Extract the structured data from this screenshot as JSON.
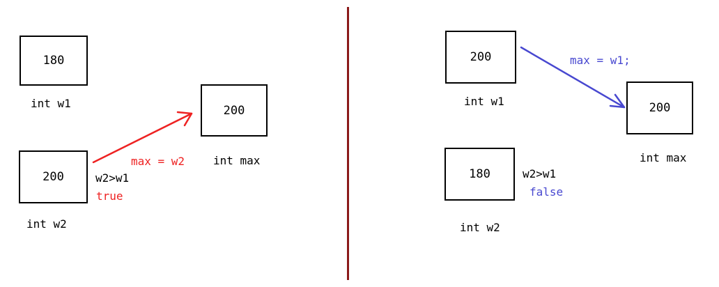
{
  "colors": {
    "divider": "#8b1a1a",
    "true_case": "#ee2222",
    "false_case": "#4848d0"
  },
  "left": {
    "w1": {
      "value": "180",
      "label": "int w1"
    },
    "w2": {
      "value": "200",
      "label": "int w2"
    },
    "max": {
      "value": "200",
      "label": "int max"
    },
    "condition": "w2>w1",
    "result": "true",
    "assignment": "max = w2"
  },
  "right": {
    "w1": {
      "value": "200",
      "label": "int w1"
    },
    "w2": {
      "value": "180",
      "label": "int w2"
    },
    "max": {
      "value": "200",
      "label": "int max"
    },
    "condition": "w2>w1",
    "result": "false",
    "assignment": "max = w1;"
  }
}
